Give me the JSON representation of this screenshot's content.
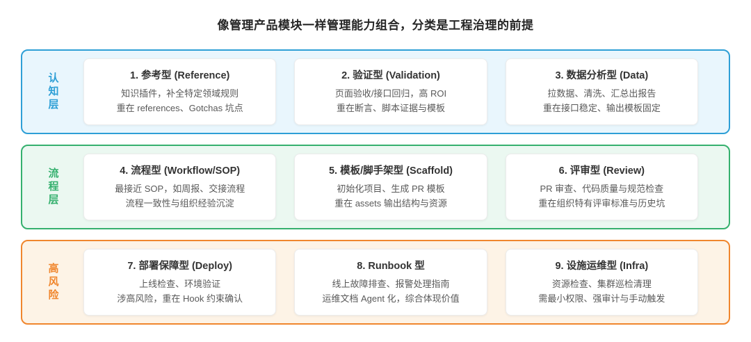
{
  "title": "像管理产品模块一样管理能力组合，分类是工程治理的前提",
  "layers": [
    {
      "label": "认知层",
      "accent": "#2E9FD6",
      "bg": "#E9F6FD",
      "cards": [
        {
          "title": "1. 参考型 (Reference)",
          "line1": "知识插件，补全特定领域规则",
          "line2": "重在 references、Gotchas 坑点"
        },
        {
          "title": "2. 验证型 (Validation)",
          "line1": "页面验收/接口回归，高 ROI",
          "line2": "重在断言、脚本证据与模板"
        },
        {
          "title": "3. 数据分析型 (Data)",
          "line1": "拉数据、清洗、汇总出报告",
          "line2": "重在接口稳定、输出模板固定"
        }
      ]
    },
    {
      "label": "流程层",
      "accent": "#35B06E",
      "bg": "#EBF8F1",
      "cards": [
        {
          "title": "4. 流程型 (Workflow/SOP)",
          "line1": "最接近 SOP，如周报、交接流程",
          "line2": "流程一致性与组织经验沉淀"
        },
        {
          "title": "5. 模板/脚手架型 (Scaffold)",
          "line1": "初始化项目、生成 PR 模板",
          "line2": "重在 assets 输出结构与资源"
        },
        {
          "title": "6. 评审型 (Review)",
          "line1": "PR 审查、代码质量与规范检查",
          "line2": "重在组织特有评审标准与历史坑"
        }
      ]
    },
    {
      "label": "高风险",
      "accent": "#F0862D",
      "bg": "#FDF3E6",
      "cards": [
        {
          "title": "7. 部署保障型 (Deploy)",
          "line1": "上线检查、环境验证",
          "line2": "涉高风险，重在 Hook 约束确认"
        },
        {
          "title": "8. Runbook 型",
          "line1": "线上故障排查、报警处理指南",
          "line2": "运维文档 Agent 化，综合体现价值"
        },
        {
          "title": "9. 设施运维型 (Infra)",
          "line1": "资源检查、集群巡检清理",
          "line2": "需最小权限、强审计与手动触发"
        }
      ]
    }
  ]
}
